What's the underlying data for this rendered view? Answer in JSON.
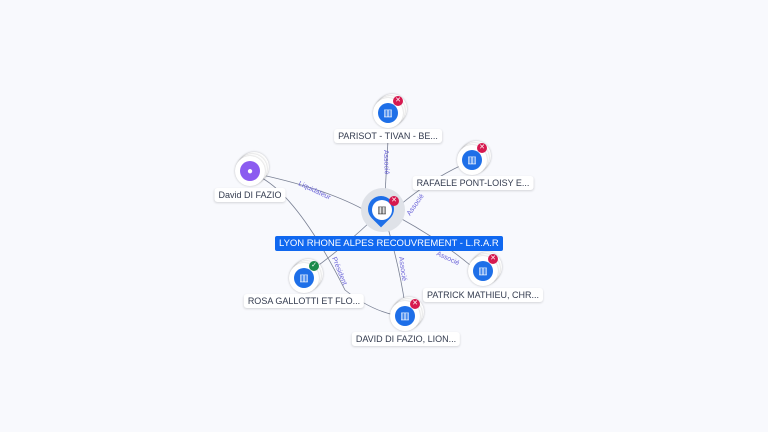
{
  "center": {
    "label": "LYON RHONE ALPES RECOUVREMENT - L.R.A.R",
    "icon": "building-icon",
    "status": "closed"
  },
  "nodes": [
    {
      "label": "PARISOT - TIVAN - BE...",
      "type": "company",
      "status": "closed"
    },
    {
      "label": "RAFAELE PONT-LOISY E...",
      "type": "company",
      "status": "closed"
    },
    {
      "label": "David DI FAZIO",
      "type": "person"
    },
    {
      "label": "PATRICK MATHIEU, CHR...",
      "type": "company",
      "status": "closed"
    },
    {
      "label": "ROSA GALLOTTI ET FLO...",
      "type": "company",
      "status": "active"
    },
    {
      "label": "DAVID DI FAZIO, LION...",
      "type": "company",
      "status": "closed"
    }
  ],
  "edges": {
    "associe": "Associé",
    "liquidateur": "Liquidateur",
    "president": "Président"
  },
  "colors": {
    "accent": "#1068f0",
    "closed": "#d6194f",
    "active": "#1b8a4a",
    "person": "#8b5cf0"
  }
}
